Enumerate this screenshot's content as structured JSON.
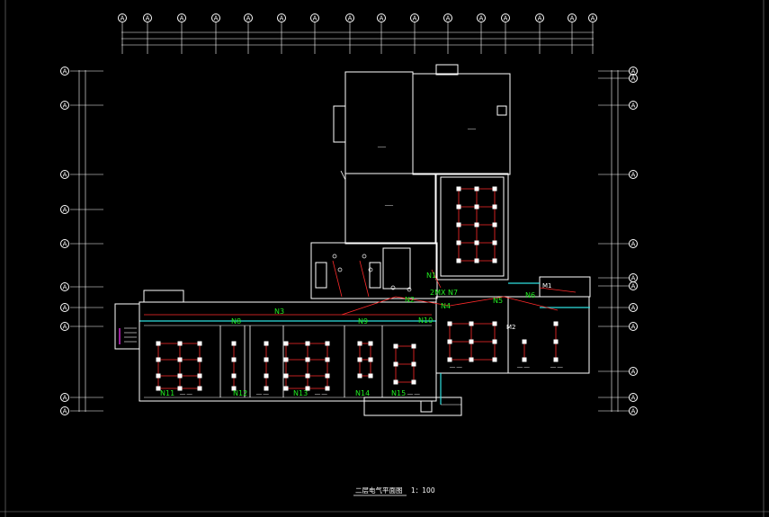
{
  "drawing": {
    "grid_bubble_label": "A",
    "circuit_labels": {
      "n1": "N1",
      "n2": "N2",
      "n3": "N3",
      "n4": "N4",
      "n5": "N5",
      "n6": "N6",
      "n8": "N8",
      "n9": "N9",
      "n10": "N10",
      "n11": "N11",
      "n12": "N12",
      "n13": "N13",
      "n14": "N14",
      "n15": "N15",
      "n7": "2MX N7",
      "m1": "M1",
      "m2": "M2"
    },
    "title": "二层电气平面图",
    "scale": "1：100",
    "colors": {
      "background": "#000000",
      "lines": "#ffffff",
      "wiring": "#ff2a2a",
      "circuit_labels": "#22ee22",
      "accent": "#2fe0e0"
    }
  }
}
